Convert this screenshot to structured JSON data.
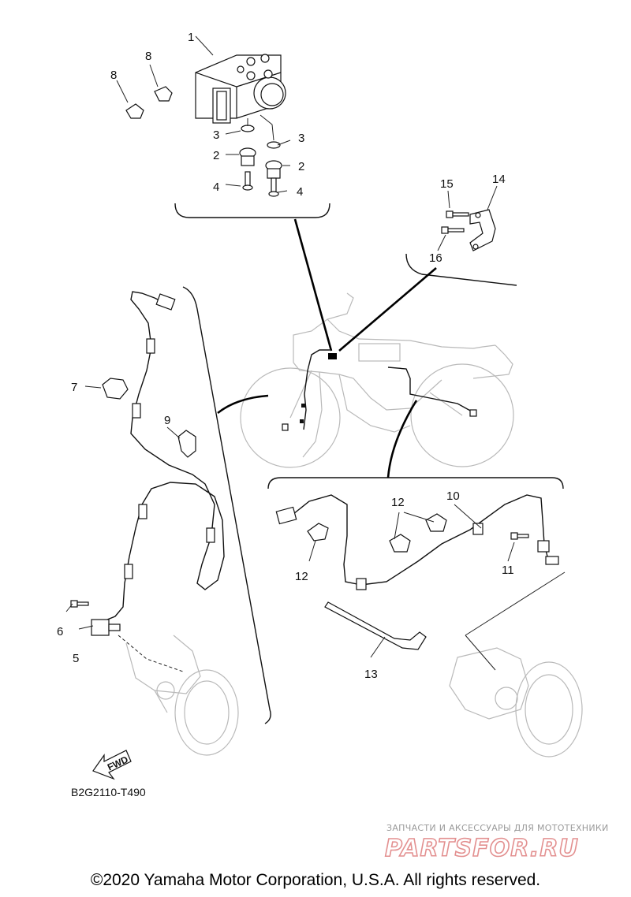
{
  "diagram": {
    "callouts": {
      "c1": "1",
      "c2a": "2",
      "c2b": "2",
      "c3a": "3",
      "c3b": "3",
      "c4a": "4",
      "c4b": "4",
      "c5": "5",
      "c6": "6",
      "c7": "7",
      "c8a": "8",
      "c8b": "8",
      "c9": "9",
      "c10": "10",
      "c11": "11",
      "c12a": "12",
      "c12b": "12",
      "c13": "13",
      "c14": "14",
      "c15": "15",
      "c16": "16"
    },
    "fwd_label": "FWD",
    "figure_code": "B2G2110-T490",
    "watermark_tagline": "ЗАПЧАСТИ И АКСЕССУАРЫ ДЛЯ МОТОТЕХНИКИ",
    "watermark_logo": "PARTSFOR.RU",
    "copyright": "©2020 Yamaha Motor Corporation, U.S.A. All rights reserved."
  },
  "colors": {
    "line": "#111111",
    "ghost": "#b9b9b9",
    "watermark": "#e39090"
  },
  "icons": [
    "fwd-arrow-icon"
  ]
}
